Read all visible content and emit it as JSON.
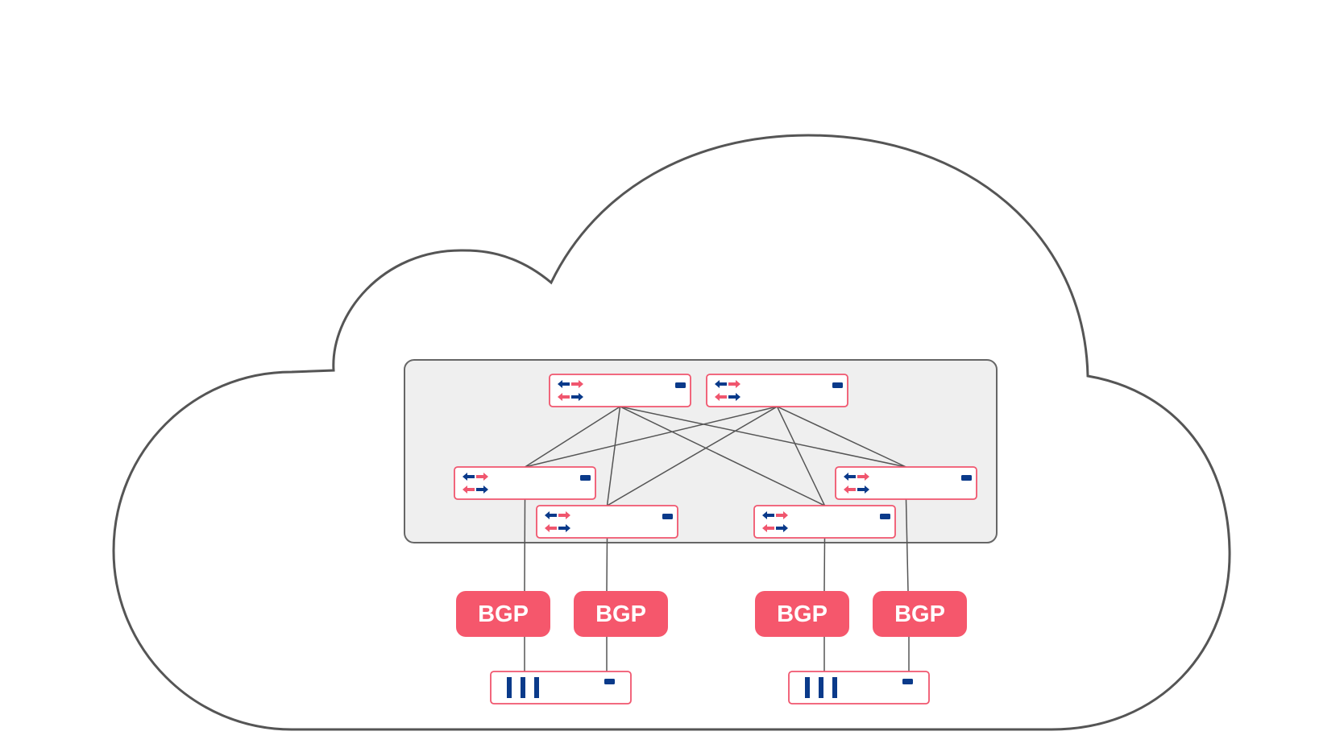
{
  "colors": {
    "cloud_stroke": "#555555",
    "fabric_fill": "#efefef",
    "fabric_stroke": "#666666",
    "device_border": "#f0566e",
    "navy": "#0a3a8a",
    "pink": "#f0566e",
    "link": "#555555",
    "bgp_fill": "#f5576c",
    "bgp_text": "#ffffff"
  },
  "icons": {
    "switch": "bidirectional-arrows-icon",
    "server": "server-rack-icon",
    "status": "status-led-icon",
    "cloud": "cloud-outline-icon"
  },
  "bgp_labels": [
    "BGP",
    "BGP",
    "BGP",
    "BGP"
  ]
}
